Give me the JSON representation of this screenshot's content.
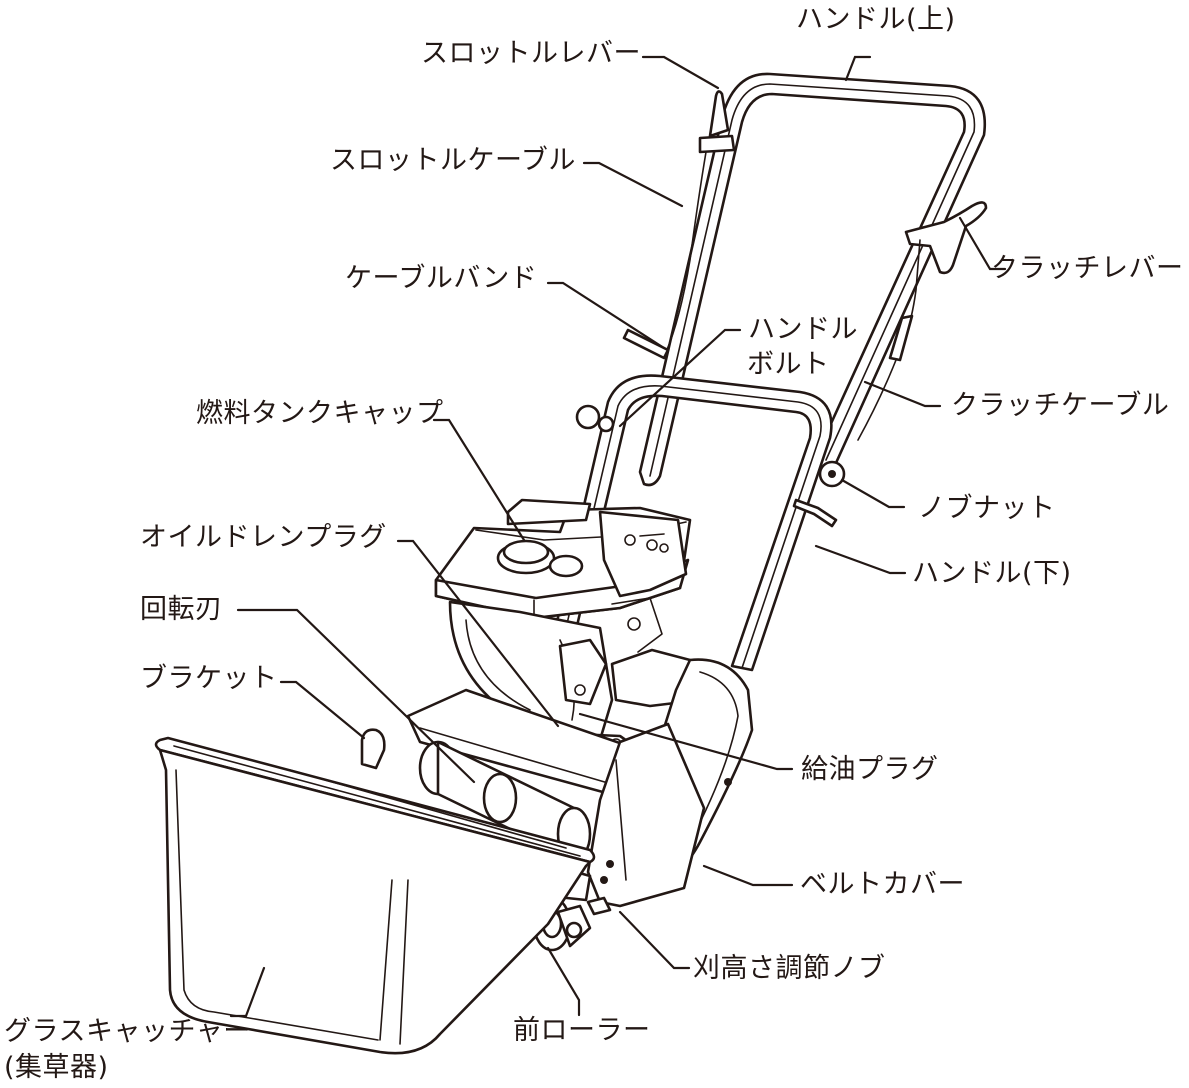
{
  "labels": {
    "handle_upper": "ハンドル(上)",
    "throttle_lever": "スロットルレバー",
    "throttle_cable": "スロットルケーブル",
    "clutch_lever": "クラッチレバー",
    "cable_band": "ケーブルバンド",
    "handle_bolt_line1": "ハンドル",
    "handle_bolt_line2": "ボルト",
    "clutch_cable": "クラッチケーブル",
    "fuel_tank_cap": "燃料タンクキャップ",
    "knob_nut": "ノブナット",
    "oil_drain_plug": "オイルドレンプラグ",
    "handle_lower": "ハンドル(下)",
    "rotary_blade": "回転刃",
    "bracket": "ブラケット",
    "oil_fill_plug": "給油プラグ",
    "belt_cover": "ベルトカバー",
    "height_adjust_knob": "刈高さ調節ノブ",
    "front_roller": "前ローラー",
    "grass_catcher_line1": "グラスキャッチャー",
    "grass_catcher_line2": "(集草器)"
  },
  "colors": {
    "ink": "#231815",
    "background": "#ffffff"
  }
}
